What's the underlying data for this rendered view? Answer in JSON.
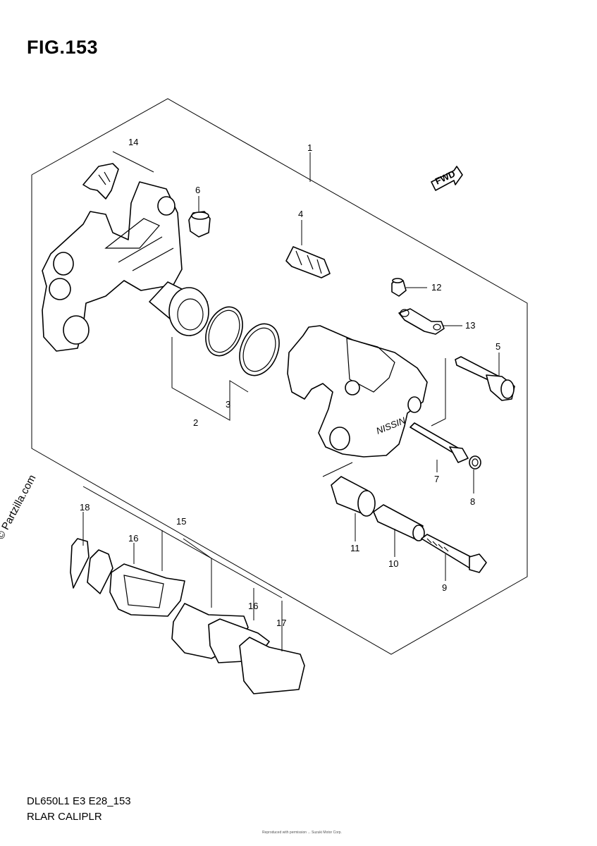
{
  "figure": {
    "title": "FIG.153",
    "footer_code": "DL650L1 E3 E28_153",
    "footer_name": "RLAR CALIPLR",
    "watermark": "© Partzilla.com",
    "tiny_print": "Reproduced with permission ... Suzuki Motor Corp."
  },
  "fwd_label": "FWD",
  "brand_mark": "NISSIN",
  "callouts": {
    "c1": "1",
    "c2": "2",
    "c3": "3",
    "c4": "4",
    "c5": "5",
    "c6": "6",
    "c7": "7",
    "c8": "8",
    "c9": "9",
    "c10": "10",
    "c11": "11",
    "c12": "12",
    "c13": "13",
    "c14": "14",
    "c15": "15",
    "c16a": "16",
    "c16b": "16",
    "c17": "17",
    "c18": "18"
  }
}
